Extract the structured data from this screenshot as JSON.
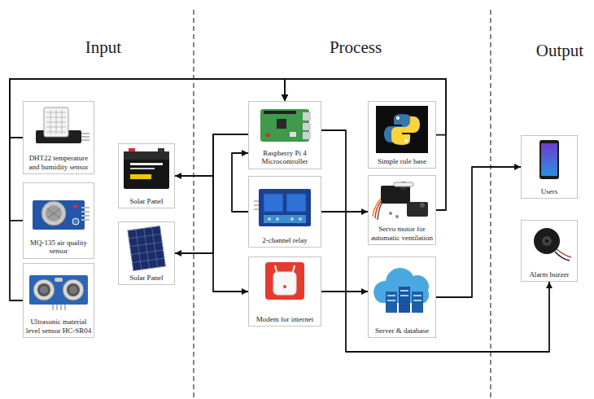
{
  "diagram": {
    "nodes": [
      {
        "text": [
          "DHT22 temperature and humidity sensor"
        ]
      },
      {
        "text": [
          "MQ-135 air quality sensor"
        ]
      },
      {
        "text": [
          "Ultrasonic material level sensor HC-SR04"
        ]
      },
      {
        "text": [
          "Solar Panel"
        ]
      },
      {
        "text": [
          "Solar Panel"
        ]
      },
      {
        "text": [
          "Raspberry Pi 4 Microcontroller"
        ]
      },
      {
        "text": [
          "2-channel relay"
        ]
      },
      {
        "text": [
          "Modem for internet"
        ]
      },
      {
        "text": [
          "Simple rule base"
        ]
      },
      {
        "text": [
          "Servo motor for automatic ventilation"
        ]
      },
      {
        "text": [
          "Server & database"
        ]
      },
      {
        "text": [
          "Users"
        ]
      },
      {
        "text": [
          "Alarm buzzer"
        ]
      }
    ],
    "edges": [
      {
        "from": 0,
        "to": 5,
        "arrow": "to"
      },
      {
        "from": 1,
        "to": 5,
        "arrow": "to"
      },
      {
        "from": 2,
        "to": 5,
        "arrow": "to"
      },
      {
        "from": 8,
        "to": 5,
        "arrow": "to"
      },
      {
        "from": 9,
        "to": 5,
        "arrow": "to"
      },
      {
        "from": 5,
        "to": 3,
        "arrow": "to"
      },
      {
        "from": 5,
        "to": 4,
        "arrow": "to"
      },
      {
        "from": 5,
        "to": 7,
        "arrow": "to"
      },
      {
        "from": 6,
        "to": 5,
        "arrow": "to"
      },
      {
        "from": 6,
        "to": 9,
        "arrow": "to"
      },
      {
        "from": 7,
        "to": 10,
        "arrow": "to"
      },
      {
        "from": 5,
        "to": 12,
        "arrow": "to"
      },
      {
        "from": 10,
        "to": 11,
        "arrow": "to"
      }
    ],
    "labels": [
      "Input",
      "Process",
      "Output"
    ]
  }
}
